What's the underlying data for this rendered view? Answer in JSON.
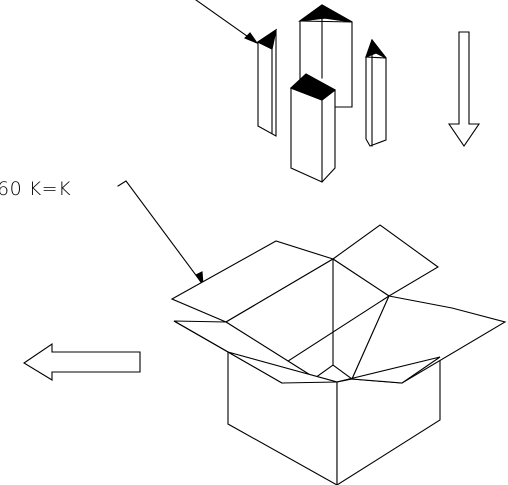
{
  "labels": {
    "carton_callout": "60  K=K"
  },
  "colors": {
    "line": "#000000",
    "background": "#ffffff"
  },
  "icons": {
    "down_arrow": "hollow-arrow-down",
    "left_arrow": "hollow-arrow-left"
  }
}
